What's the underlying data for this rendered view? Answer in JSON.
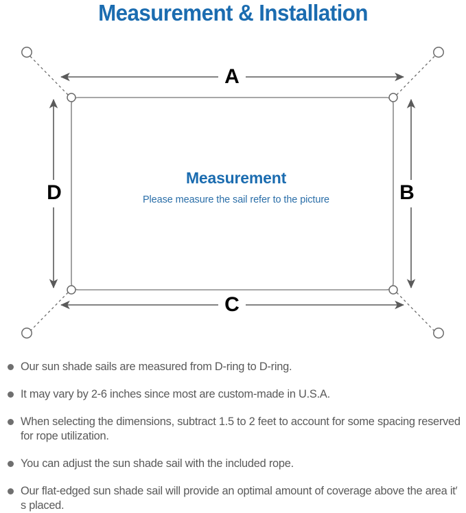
{
  "header": {
    "title": "Measurement & Installation",
    "title_color": "#1b6cb0"
  },
  "diagram": {
    "name": "sun-shade-sail-measurement-diagram",
    "center_title": "Measurement",
    "center_subtitle": "Please measure the sail refer to the picture",
    "center_title_color": "#1b6cb0",
    "center_subtitle_color": "#2a6ea8",
    "outline_color": "#8a8a8a",
    "arrow_color": "#5a5a5a",
    "label_color": "#000000",
    "labels": {
      "top": "A",
      "right": "B",
      "bottom": "C",
      "left": "D"
    },
    "corner_rings": [
      {
        "name": "d-ring-top-left"
      },
      {
        "name": "d-ring-top-right"
      },
      {
        "name": "d-ring-bottom-right"
      },
      {
        "name": "d-ring-bottom-left"
      }
    ],
    "anchor_points": [
      {
        "name": "anchor-point-top-left"
      },
      {
        "name": "anchor-point-top-right"
      },
      {
        "name": "anchor-point-bottom-right"
      },
      {
        "name": "anchor-point-bottom-left"
      }
    ]
  },
  "notes": [
    {
      "text": "Our sun shade sails are measured from D-ring to D-ring."
    },
    {
      "text": "It may vary by 2-6 inches since most are custom-made in U.S.A."
    },
    {
      "text": "When selecting the dimensions, subtract 1.5 to 2 feet to account for some spacing reserved for rope utilization."
    },
    {
      "text": "You can adjust the sun shade sail with the included rope."
    },
    {
      "text": "Our flat-edged sun shade sail will provide an optimal amount of coverage above the area it′ s placed."
    }
  ]
}
